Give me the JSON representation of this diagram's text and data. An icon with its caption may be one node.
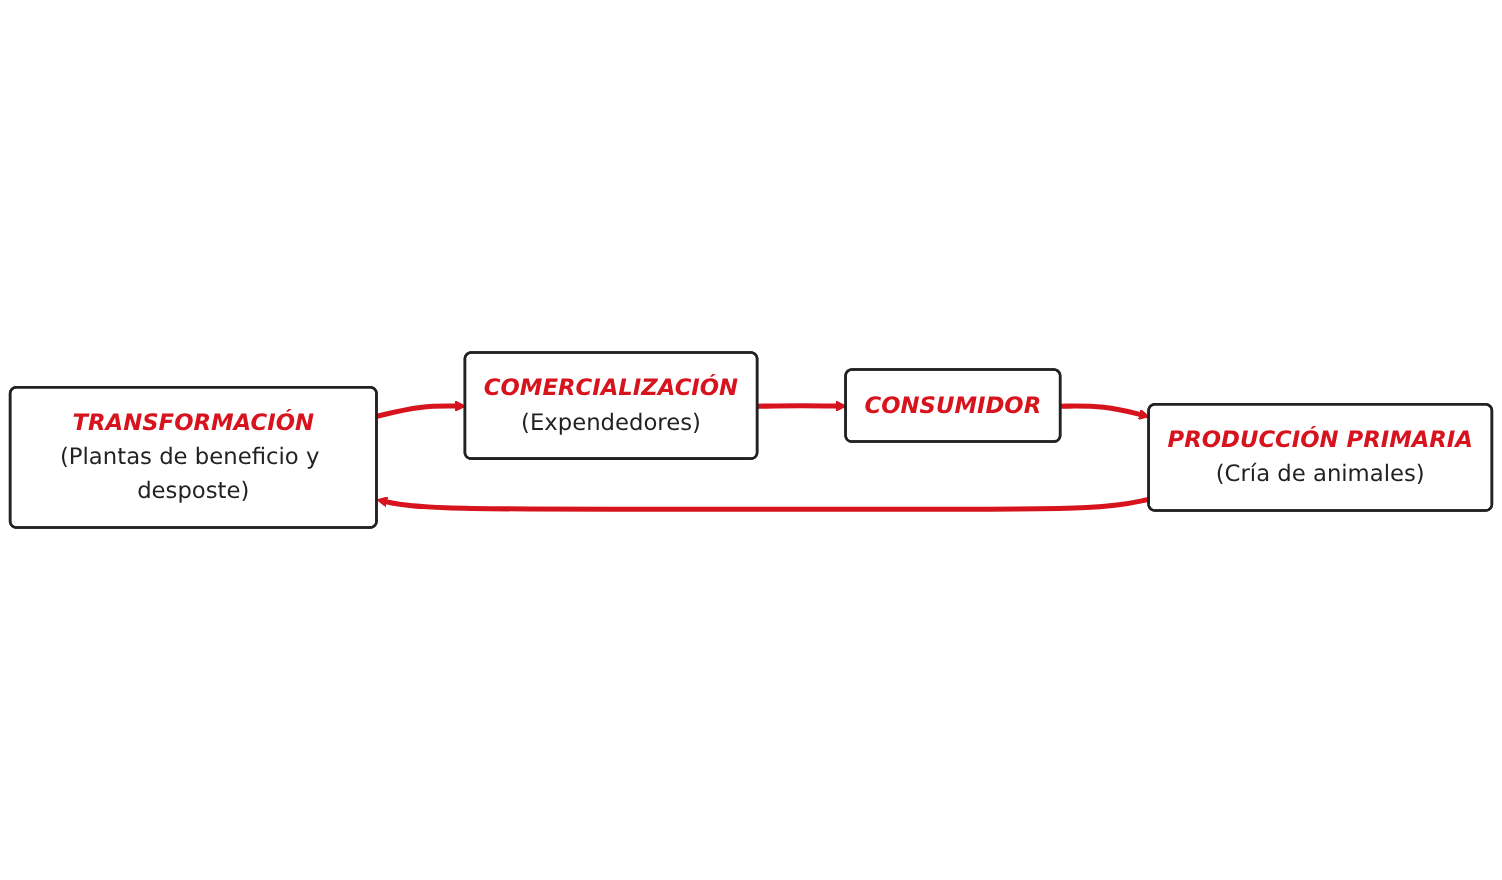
{
  "diagram": {
    "nodes": [
      {
        "text": [
          "TRANSFORMACIÓN",
          "(Plantas de beneficio y desposte)"
        ]
      },
      {
        "text": [
          "COMERCIALIZACIÓN",
          "(Expendedores)"
        ]
      },
      {
        "text": [
          "PRODUCCIÓN PRIMARIA",
          "(Cría de animales)"
        ]
      },
      {
        "text": [
          "CONSUMIDOR"
        ]
      }
    ],
    "edges": [
      {
        "from": 0,
        "to": 1,
        "arrow": "to"
      },
      {
        "from": 1,
        "to": 3,
        "arrow": "to"
      },
      {
        "from": 3,
        "to": 2,
        "arrow": "to"
      },
      {
        "from": 2,
        "to": 0,
        "arrow": "to"
      }
    ]
  }
}
